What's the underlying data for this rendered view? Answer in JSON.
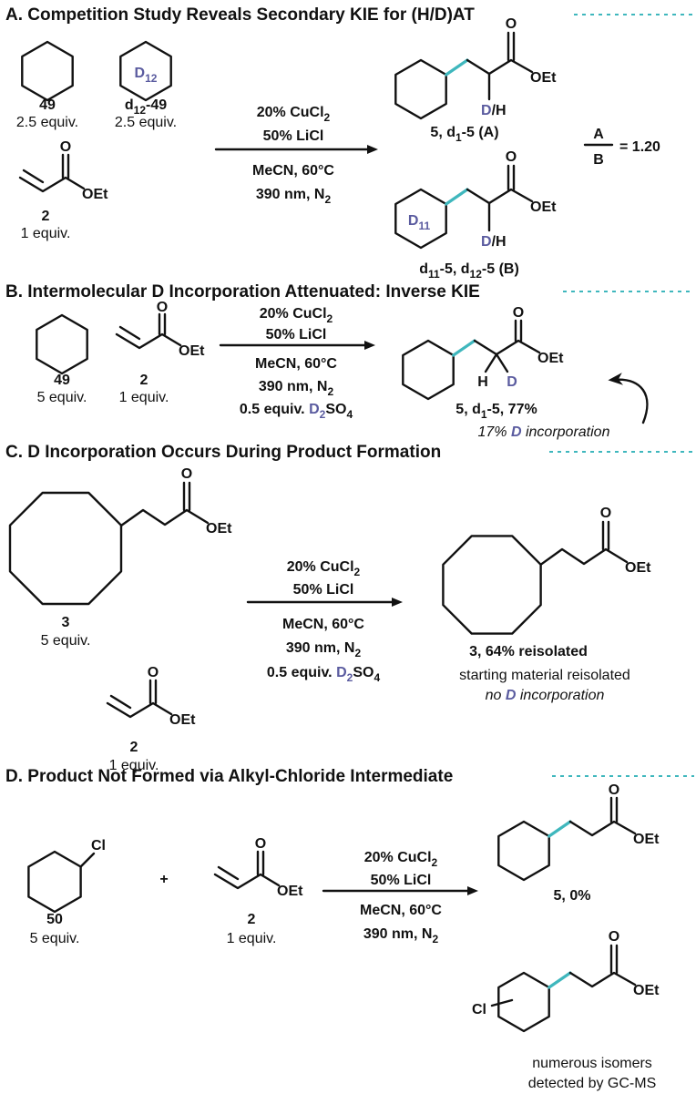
{
  "colors": {
    "deuterium": "#5a5b9f",
    "bond_highlight": "#3fb7bd",
    "text": "#111111"
  },
  "atoms": {
    "O": "O",
    "OEt": "OEt",
    "Cl": "Cl",
    "H": "H",
    "D": "D",
    "plus": "+"
  },
  "A": {
    "title": "A. Competition Study Reveals Secondary KIE for (H/D)AT",
    "r49": {
      "label": "49",
      "amount": "2.5 equiv."
    },
    "rd12": {
      "ring": "D",
      "ring_sub": "12",
      "label_pre": "d",
      "label_sub": "12",
      "label_post": "-49",
      "amount": "2.5 equiv."
    },
    "r2": {
      "label": "2",
      "amount": "1 equiv."
    },
    "conditions": {
      "cu": "20% CuCl",
      "cu_sub": "2",
      "li": "50% LiCl",
      "solvent": "MeCN, 60°C",
      "light": "390 nm, N",
      "light_sub": "2"
    },
    "pA": {
      "dh_d": "D",
      "dh_h": "/H",
      "label_pre": "5, d",
      "label_sub": "1",
      "label_post": "-5 (A)"
    },
    "pB": {
      "ring": "D",
      "ring_sub": "11",
      "dh_d": "D",
      "dh_h": "/H",
      "l1": "d",
      "l1s": "11",
      "l2": "-5, d",
      "l2s": "12",
      "l3": "-5 (B)"
    },
    "ratio": {
      "num": "A",
      "den": "B",
      "value": "= 1.20"
    }
  },
  "B": {
    "title": "B. Intermolecular D Incorporation Attenuated: Inverse KIE",
    "r49": {
      "label": "49",
      "amount": "5 equiv."
    },
    "r2": {
      "label": "2",
      "amount": "1 equiv."
    },
    "conditions": {
      "cu": "20% CuCl",
      "cu_sub": "2",
      "li": "50% LiCl",
      "solvent": "MeCN, 60°C",
      "light": "390 nm, N",
      "light_sub": "2",
      "acid_pre": "0.5 equiv. ",
      "acid_d": "D",
      "acid_sub": "2",
      "acid_post": "SO",
      "acid_sub2": "4"
    },
    "product": {
      "label_pre": "5, d",
      "label_sub": "1",
      "label_post": "-5, 77%",
      "note_pre": "17% ",
      "note_d": "D",
      "note_post": " incorporation"
    }
  },
  "C": {
    "title": "C. D Incorporation Occurs During Product Formation",
    "r3": {
      "label": "3",
      "amount": "5 equiv."
    },
    "r2": {
      "label": "2",
      "amount": "1 equiv."
    },
    "conditions": {
      "cu": "20% CuCl",
      "cu_sub": "2",
      "li": "50% LiCl",
      "solvent": "MeCN, 60°C",
      "light": "390 nm, N",
      "light_sub": "2",
      "acid_pre": "0.5 equiv. ",
      "acid_d": "D",
      "acid_sub": "2",
      "acid_post": "SO",
      "acid_sub2": "4"
    },
    "product": {
      "label": "3, 64% reisolated",
      "note1": "starting material reisolated",
      "note2_pre": "no ",
      "note2_d": "D",
      "note2_post": " incorporation"
    }
  },
  "D": {
    "title": "D. Product Not Formed via Alkyl-Chloride Intermediate",
    "r50": {
      "label": "50",
      "amount": "5 equiv."
    },
    "r2": {
      "label": "2",
      "amount": "1 equiv."
    },
    "conditions": {
      "cu": "20% CuCl",
      "cu_sub": "2",
      "li": "50% LiCl",
      "solvent": "MeCN, 60°C",
      "light": "390 nm, N",
      "light_sub": "2"
    },
    "product1": {
      "label": "5, 0%"
    },
    "product2": {
      "note1": "numerous isomers",
      "note2": "detected by GC-MS"
    }
  }
}
